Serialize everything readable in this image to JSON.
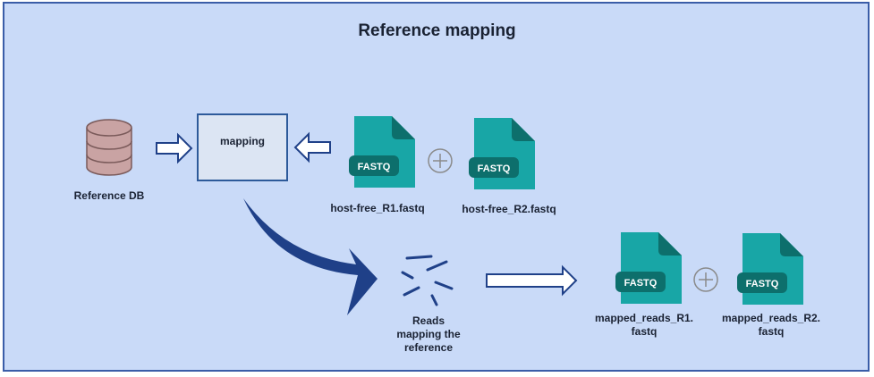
{
  "diagram": {
    "title": "Reference mapping",
    "reference_db_label": "Reference DB",
    "mapping_box_label": "mapping",
    "file_badge": "FASTQ",
    "inputs": {
      "r1_label": "host-free_R1.fastq",
      "r2_label": "host-free_R2.fastq"
    },
    "reads_label_line1": "Reads",
    "reads_label_line2": "mapping the",
    "reads_label_line3": "reference",
    "outputs": {
      "r1_label_line1": "mapped_reads_R1.",
      "r1_label_line2": "fastq",
      "r2_label_line1": "mapped_reads_R2.",
      "r2_label_line2": "fastq"
    }
  },
  "colors": {
    "background": "#c9daf8",
    "border": "#3a5da8",
    "file_teal": "#18a6a6",
    "file_dark_teal": "#0d6f6c",
    "big_arrow": "#1f4088",
    "database": "#c9a3a3"
  },
  "icons": [
    "database-icon",
    "arrow-right-icon",
    "arrow-left-icon",
    "fastq-file-icon",
    "plus-circle-icon",
    "curved-arrow-icon",
    "reads-fragments-icon"
  ]
}
